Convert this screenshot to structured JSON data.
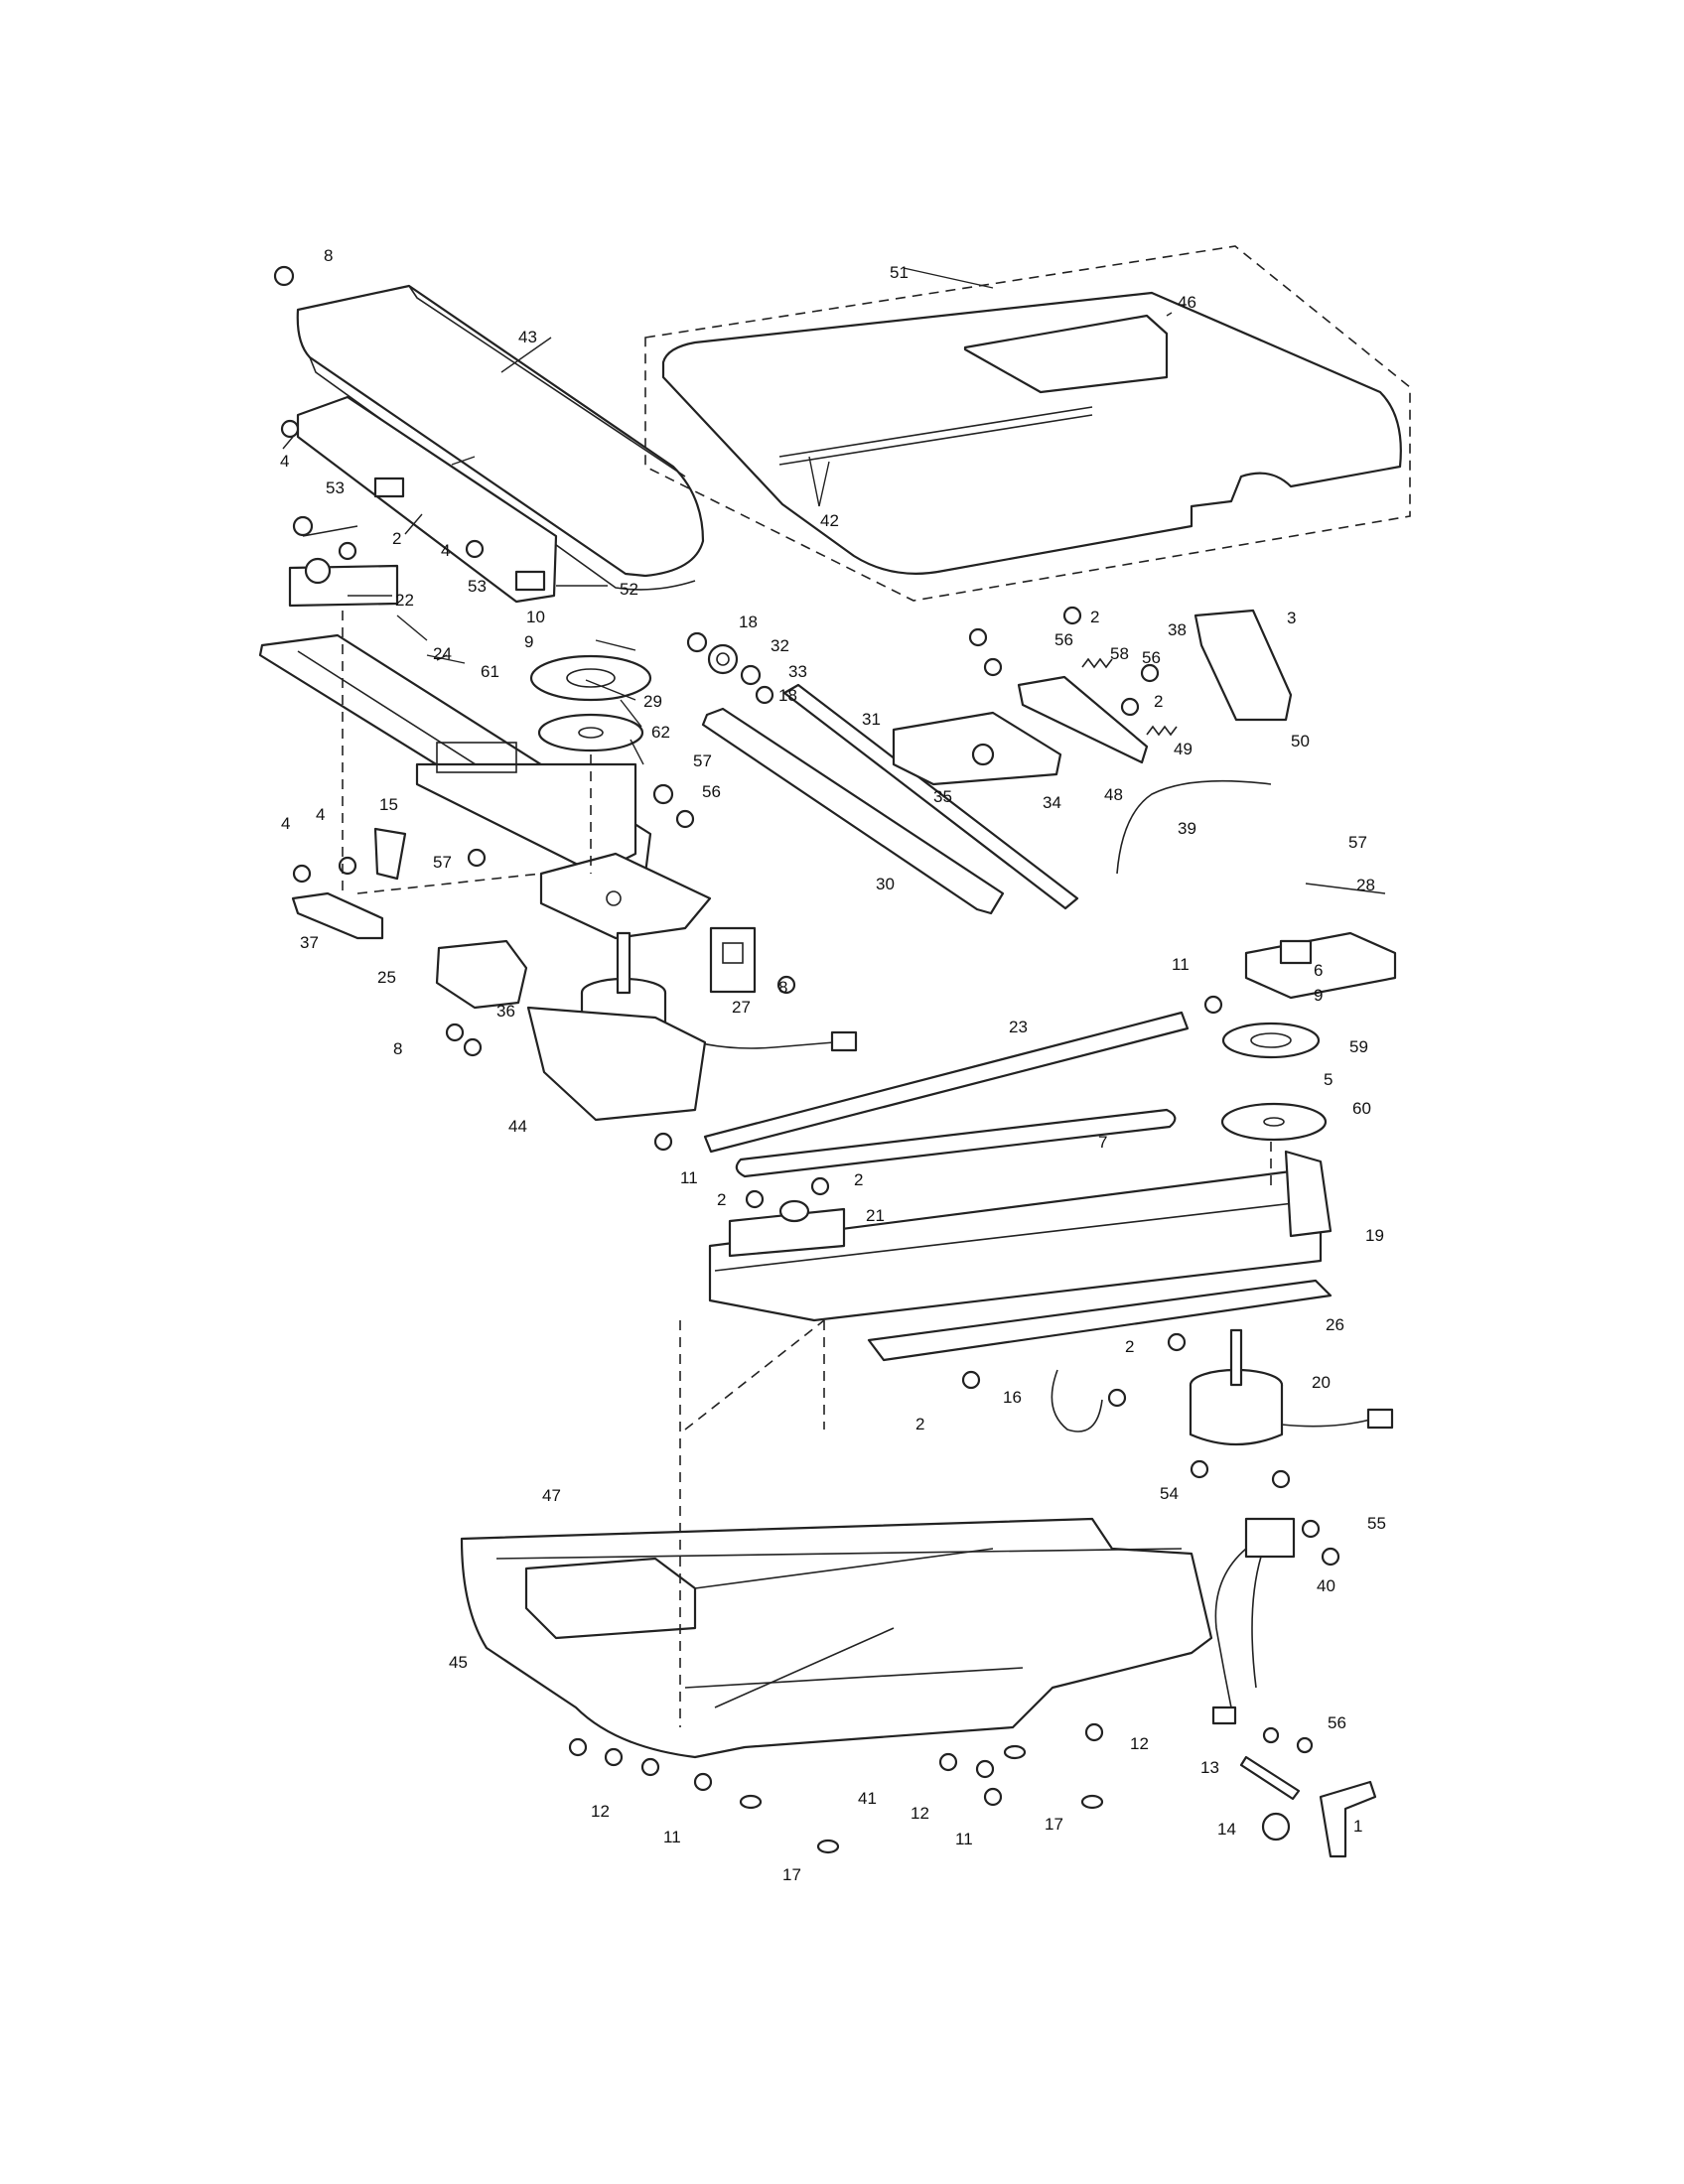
{
  "diagram": {
    "labels": [
      "1",
      "2",
      "3",
      "4",
      "5",
      "6",
      "7",
      "8",
      "9",
      "10",
      "11",
      "12",
      "13",
      "14",
      "15",
      "16",
      "17",
      "18",
      "19",
      "20",
      "21",
      "22",
      "23",
      "24",
      "25",
      "26",
      "27",
      "28",
      "29",
      "30",
      "31",
      "32",
      "33",
      "34",
      "35",
      "36",
      "37",
      "38",
      "39",
      "40",
      "41",
      "42",
      "43",
      "44",
      "45",
      "46",
      "47",
      "48",
      "49",
      "50",
      "51",
      "52",
      "53",
      "54",
      "55",
      "56",
      "57",
      "58",
      "59",
      "60",
      "61",
      "62"
    ]
  }
}
